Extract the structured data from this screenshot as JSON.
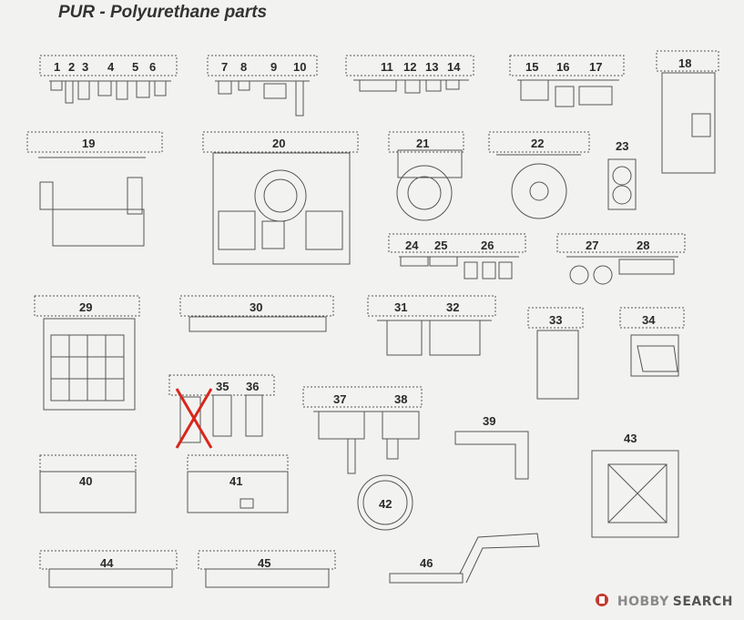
{
  "title": "PUR - Polyurethane parts",
  "watermark": {
    "brand": "HOBBY",
    "brand_tail": "SEARCH"
  },
  "part_numbers": [
    "1",
    "2",
    "3",
    "4",
    "5",
    "6",
    "7",
    "8",
    "9",
    "10",
    "11",
    "12",
    "13",
    "14",
    "15",
    "16",
    "17",
    "18",
    "19",
    "20",
    "21",
    "22",
    "23",
    "24",
    "25",
    "26",
    "27",
    "28",
    "29",
    "30",
    "31",
    "32",
    "33",
    "34",
    "35",
    "36",
    "37",
    "38",
    "39",
    "40",
    "41",
    "42",
    "43",
    "44",
    "45",
    "46"
  ],
  "crossed_out_marker": "X",
  "colors": {
    "line": "#555555",
    "cross": "#d9261c",
    "bg": "#f2f3f0"
  }
}
